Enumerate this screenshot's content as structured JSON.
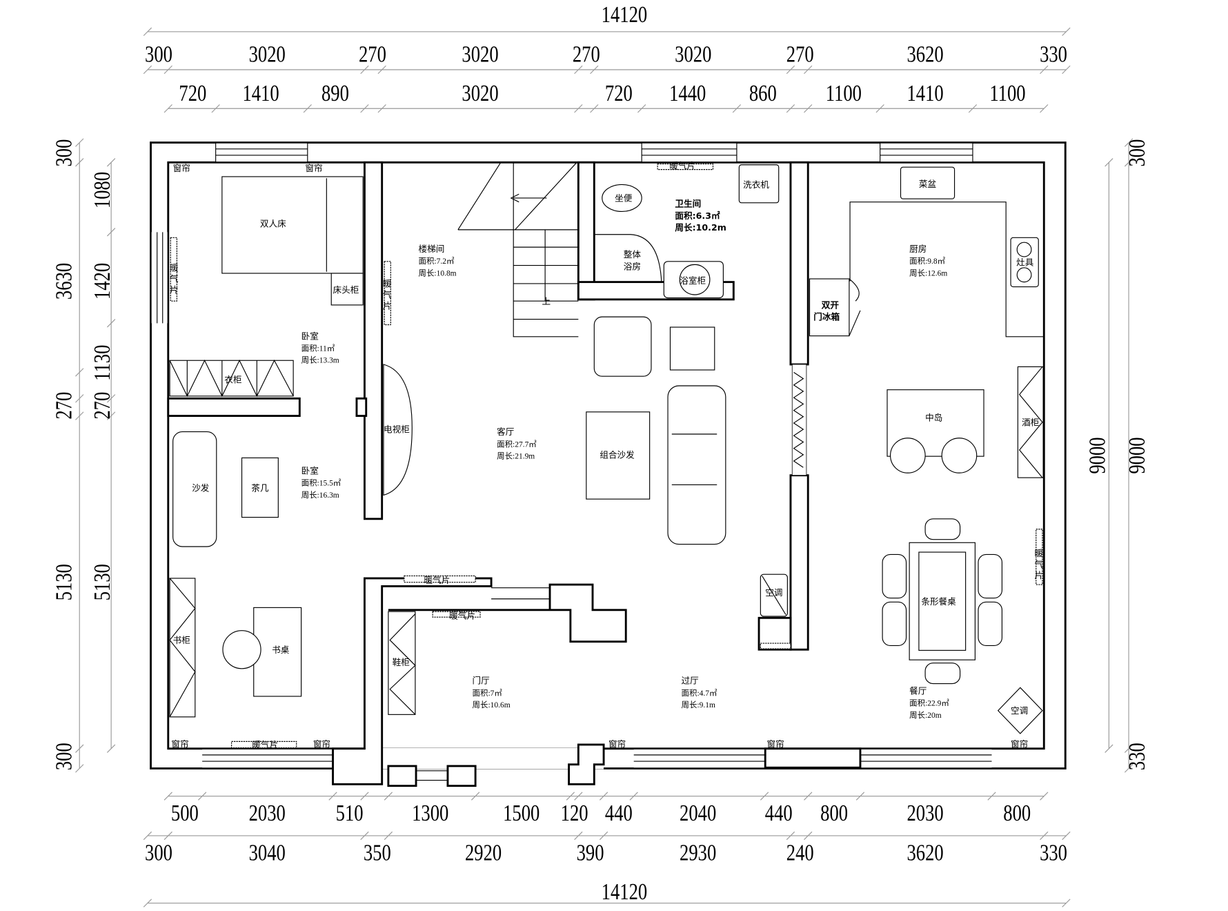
{
  "dimensions": {
    "top_total": "14120",
    "top_row1": [
      "300",
      "3020",
      "270",
      "3020",
      "270",
      "3020",
      "270",
      "3620",
      "330"
    ],
    "top_row2": [
      "720",
      "1410",
      "890",
      "3020",
      "720",
      "1440",
      "860",
      "1100",
      "1410",
      "1100"
    ],
    "bottom_row1": [
      "500",
      "2030",
      "510",
      "1300",
      "1500",
      "120",
      "440",
      "2040",
      "440",
      "800",
      "2030",
      "800"
    ],
    "bottom_row2": [
      "300",
      "3040",
      "350",
      "2920",
      "390",
      "2930",
      "240",
      "3620",
      "330"
    ],
    "bottom_total": "14120",
    "left_outer": [
      "300",
      "3630",
      "270",
      "5130",
      "300"
    ],
    "left_inner": [
      "1080",
      "1420",
      "1130",
      "270",
      "5130"
    ],
    "right_inner": [
      "9000"
    ],
    "right_outer": [
      "300",
      "9000",
      "330"
    ]
  },
  "rooms": [
    {
      "name": "卧室",
      "area": "面积:11㎡",
      "perimeter": "周长:13.3m"
    },
    {
      "name": "卧室",
      "area": "面积:15.5㎡",
      "perimeter": "周长:16.3m"
    },
    {
      "name": "楼梯间",
      "area": "面积:7.2㎡",
      "perimeter": "周长:10.8m"
    },
    {
      "name": "卫生间",
      "area": "面积:6.3㎡",
      "perimeter": "周长:10.2m"
    },
    {
      "name": "客厅",
      "area": "面积:27.7㎡",
      "perimeter": "周长:21.9m"
    },
    {
      "name": "厨房",
      "area": "面积:9.8㎡",
      "perimeter": "周长:12.6m"
    },
    {
      "name": "门厅",
      "area": "面积:7㎡",
      "perimeter": "周长:10.6m"
    },
    {
      "name": "过厅",
      "area": "面积:4.7㎡",
      "perimeter": "周长:9.1m"
    },
    {
      "name": "餐厅",
      "area": "面积:22.9㎡",
      "perimeter": "周长:20m"
    }
  ],
  "furniture": {
    "double_bed": "双人床",
    "nightstand": "床头柜",
    "wardrobe": "衣柜",
    "sofa": "沙发",
    "tea_table": "茶几",
    "bookcase": "书柜",
    "desk": "书桌",
    "tv_cabinet": "电视柜",
    "combo_sofa": "组合沙发",
    "toilet": "坐便",
    "shower": "整体\n浴房",
    "shower_1": "整体",
    "shower_2": "浴房",
    "bath_cabinet": "浴室柜",
    "washer": "洗衣机",
    "sink": "菜盆",
    "stove": "灶具",
    "fridge_1": "双开",
    "fridge_2": "门冰箱",
    "island": "中岛",
    "wine_cabinet": "酒柜",
    "dining_table": "条形餐桌",
    "shoe_cabinet": "鞋柜",
    "ac": "空调",
    "curtain": "窗帘",
    "radiator": "暖气片",
    "radiator_v1": "暖",
    "radiator_v2": "气",
    "radiator_v3": "片",
    "stair_up": "上"
  }
}
